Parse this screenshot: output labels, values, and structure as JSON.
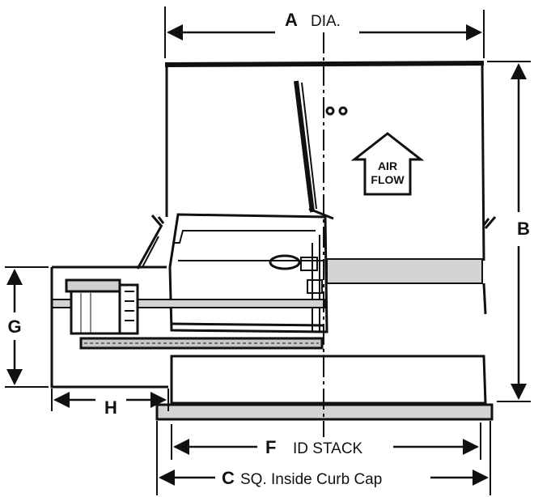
{
  "dimensions": {
    "a": {
      "letter": "A",
      "text": "DIA."
    },
    "b": {
      "letter": "B"
    },
    "c": {
      "letter": "C",
      "text": "SQ. Inside Curb Cap"
    },
    "f": {
      "letter": "F",
      "text": "ID STACK"
    },
    "g": {
      "letter": "G"
    },
    "h": {
      "letter": "H"
    }
  },
  "airflow": {
    "line1": "AIR",
    "line2": "FLOW"
  },
  "colors": {
    "ink": "#111111",
    "shade": "#cfcfcf",
    "background": "#ffffff"
  }
}
